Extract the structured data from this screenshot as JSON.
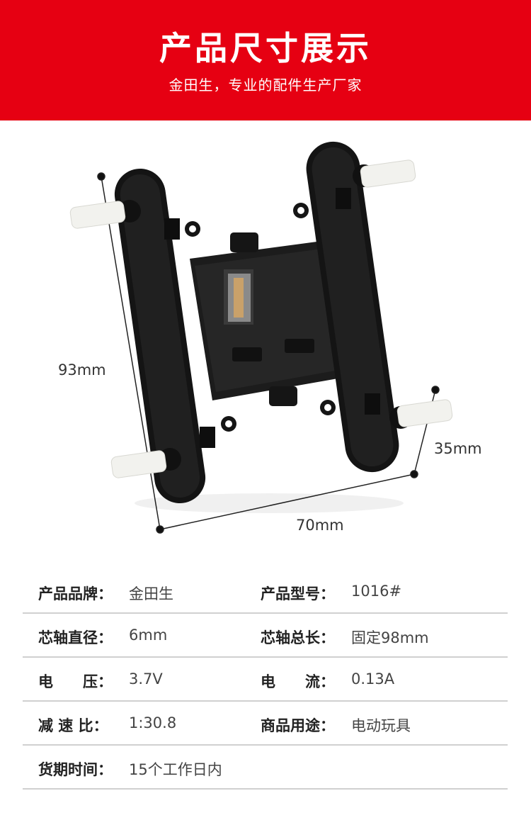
{
  "banner": {
    "title": "产品尺寸展示",
    "subtitle": "金田生，专业的配件生产厂家"
  },
  "dimensions": {
    "height": "93mm",
    "width": "70mm",
    "depth": "35mm"
  },
  "specs": [
    [
      {
        "label": "产品品牌：",
        "value": "金田生"
      },
      {
        "label": "产品型号：",
        "value": "1016#"
      }
    ],
    [
      {
        "label": "芯轴直径：",
        "value": "6mm"
      },
      {
        "label": "芯轴总长：",
        "value": "固定98mm"
      }
    ],
    [
      {
        "label": "电　　压：",
        "value": "3.7V"
      },
      {
        "label": "电　　流：",
        "value": "0.13A"
      }
    ],
    [
      {
        "label": "减 速 比：",
        "value": "1:30.8"
      },
      {
        "label": "商品用途：",
        "value": "电动玩具"
      }
    ],
    [
      {
        "label": "货期时间：",
        "value": "15个工作日内"
      }
    ]
  ],
  "colors": {
    "banner": "#e60012",
    "product": "#1a1a1a",
    "shaft": "#f2f2ee"
  }
}
